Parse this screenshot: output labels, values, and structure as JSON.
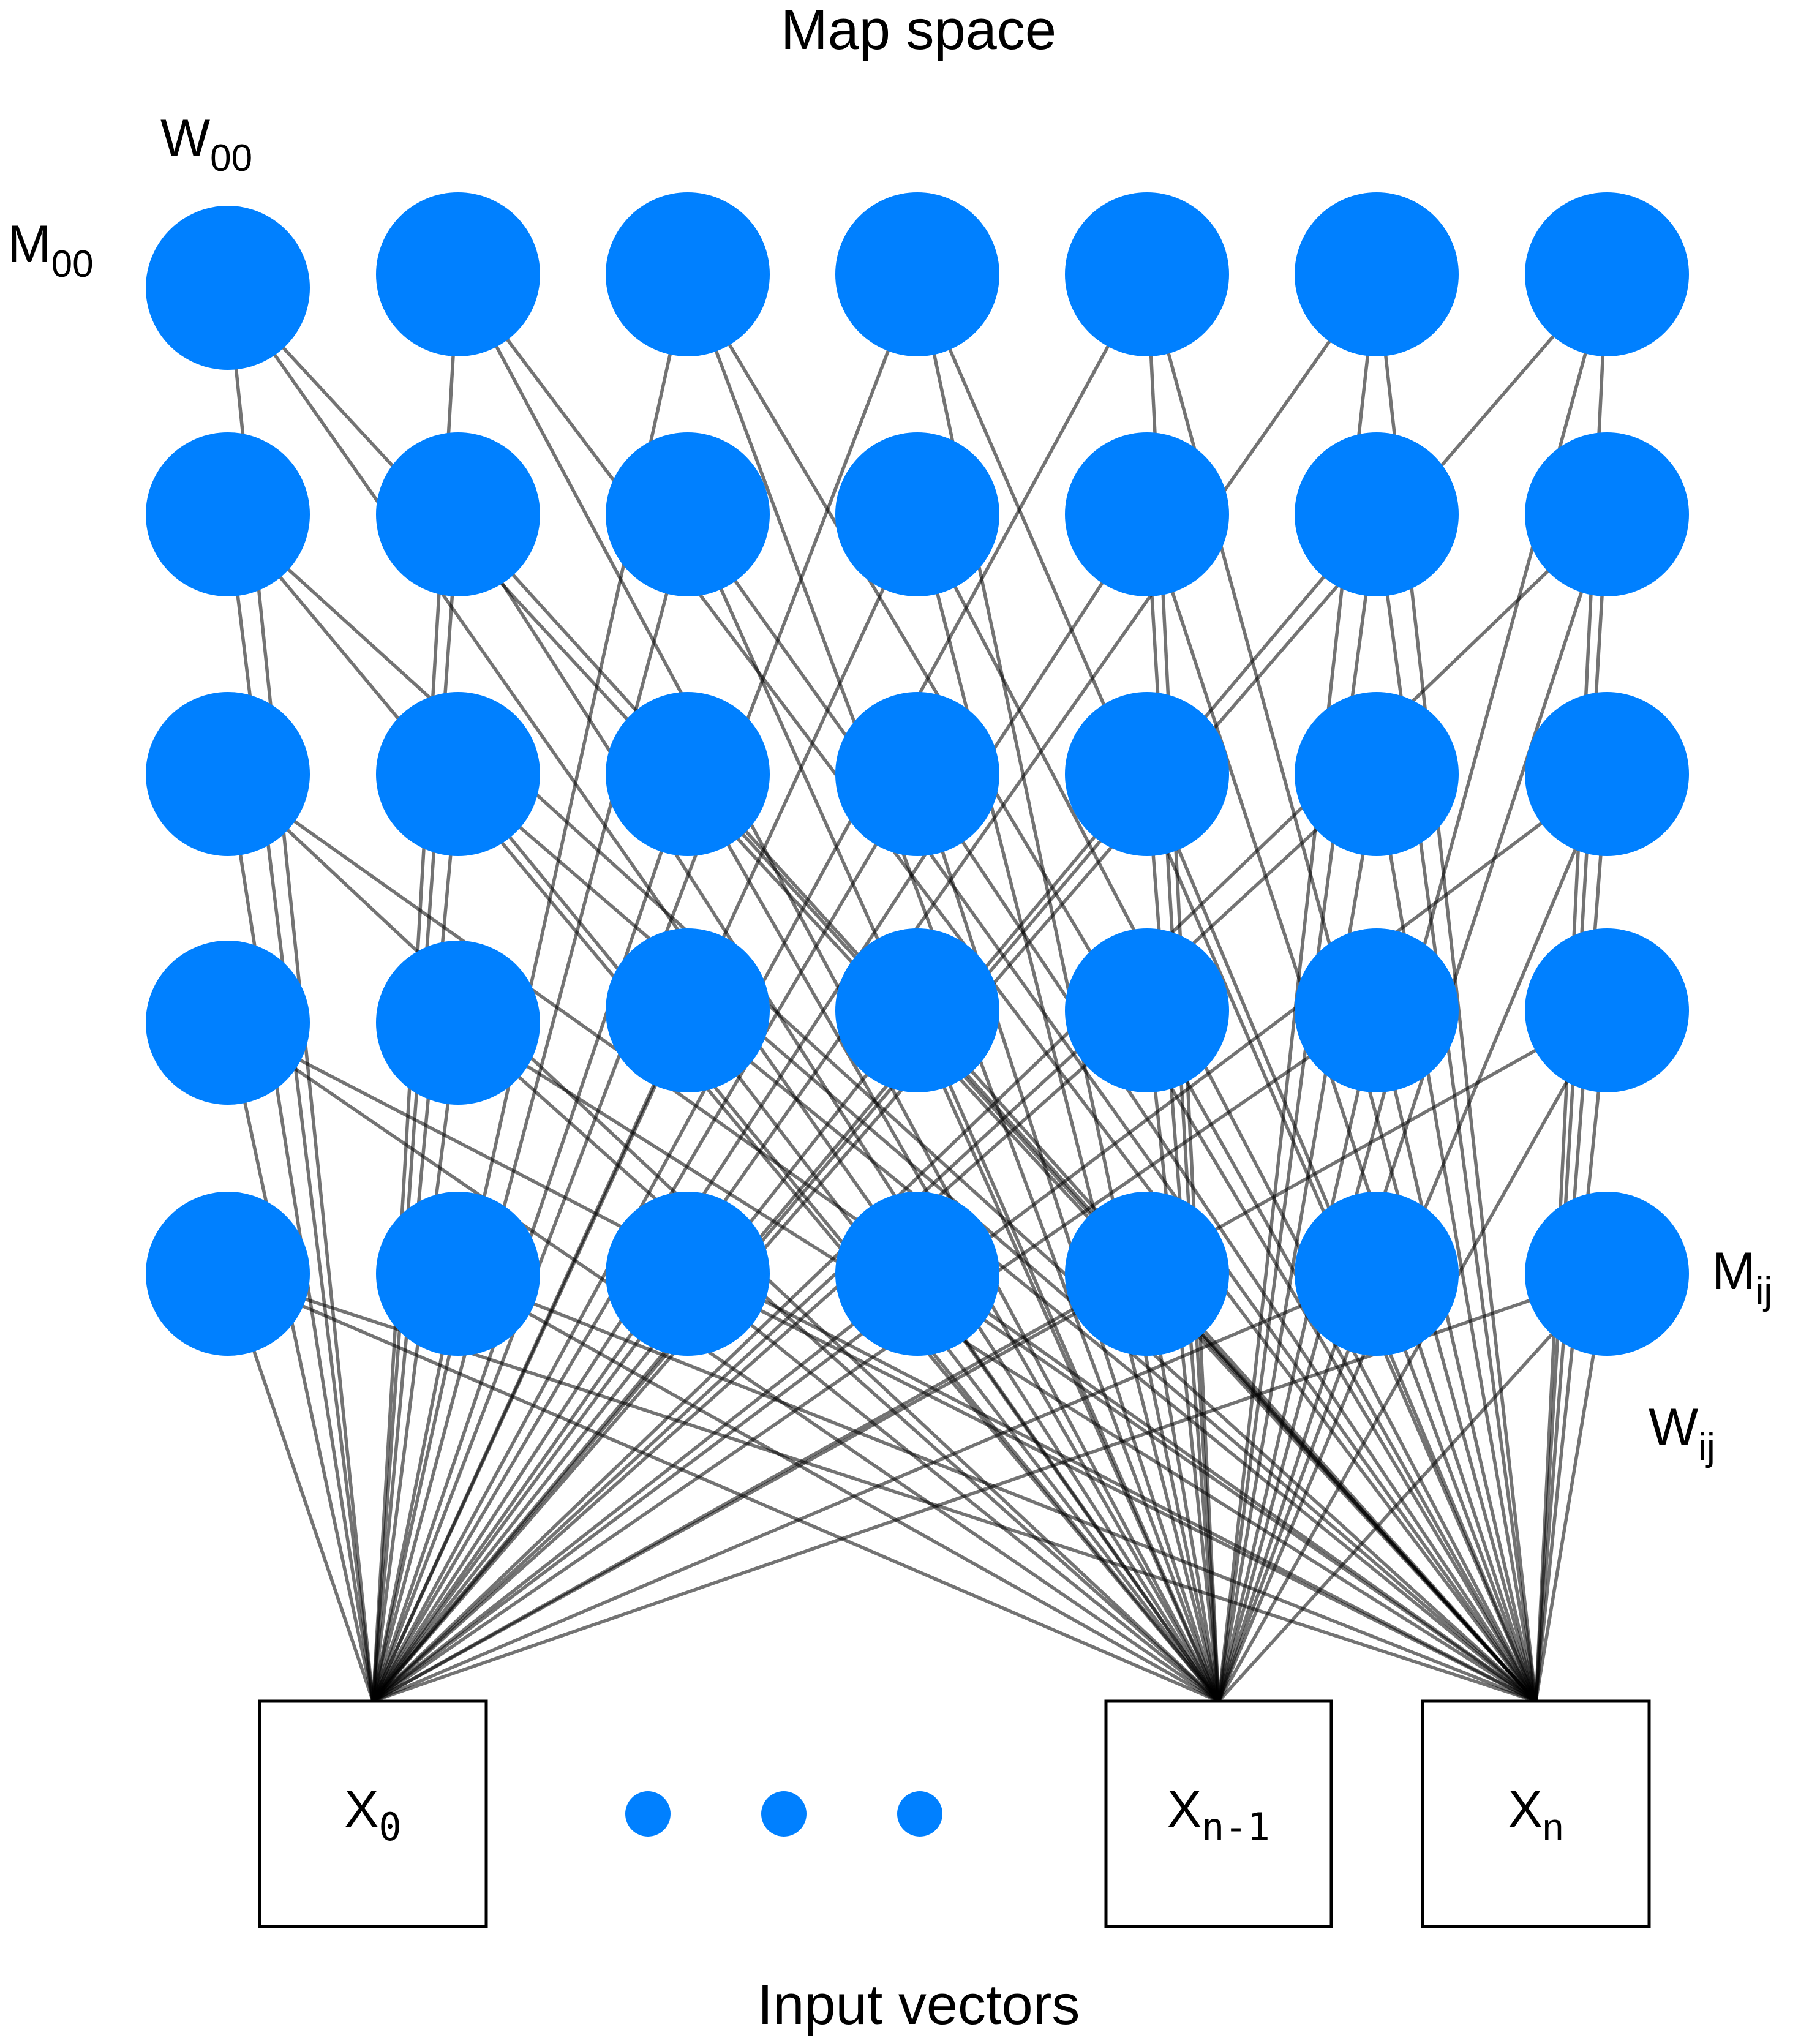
{
  "title": "Map space",
  "footer": "Input vectors",
  "colors": {
    "node": "#0080FF",
    "edge": "#000000",
    "text": "#000000",
    "box_border": "#000000"
  },
  "corner_labels": {
    "w00": {
      "base": "W",
      "sub": "00"
    },
    "m00": {
      "base": "M",
      "sub": "00"
    },
    "mij": {
      "base": "M",
      "sub": "ij"
    },
    "wij": {
      "base": "W",
      "sub": "ij"
    }
  },
  "grid": {
    "rows": 5,
    "cols": 7
  },
  "inputs": [
    {
      "id": "x0",
      "base": "X",
      "sub": "0"
    },
    {
      "id": "xn1",
      "base": "X",
      "sub": "n-1"
    },
    {
      "id": "xn",
      "base": "X",
      "sub": "n"
    }
  ],
  "ellipsis_dots": 3
}
